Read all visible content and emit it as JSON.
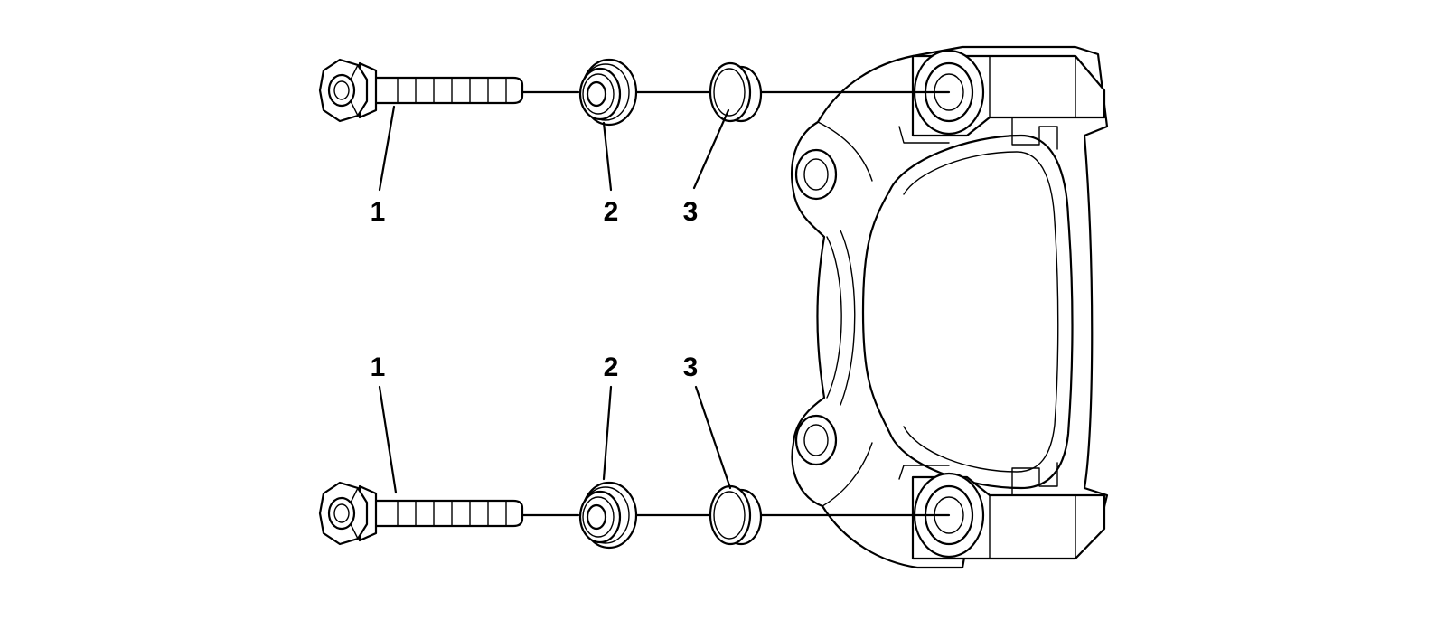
{
  "callouts": {
    "top": {
      "bolt": "1",
      "bushing": "2",
      "boot": "3"
    },
    "bottom": {
      "bolt": "1",
      "bushing": "2",
      "boot": "3"
    }
  }
}
